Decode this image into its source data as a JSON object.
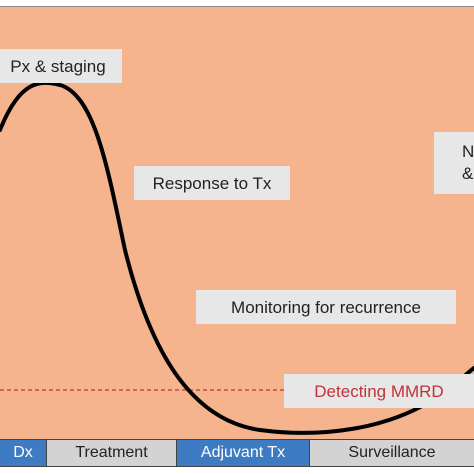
{
  "labels": {
    "px_staging": "Px & staging",
    "response": "Response to Tx",
    "monitoring": "Monitoring for recurrence",
    "detecting": "Detecting MMRD",
    "next_line1": "N",
    "next_line2": "&"
  },
  "timeline": {
    "dx": "Dx",
    "treatment": "Treatment",
    "adjuvant": "Adjuvant Tx",
    "surveillance": "Surveillance"
  },
  "colors": {
    "background": "#f5b48d",
    "label_box": "#e7e7e7",
    "threshold_line": "#c0333a",
    "timeline_blue": "#3d7cc2",
    "timeline_grey": "#d3d3d3"
  }
}
